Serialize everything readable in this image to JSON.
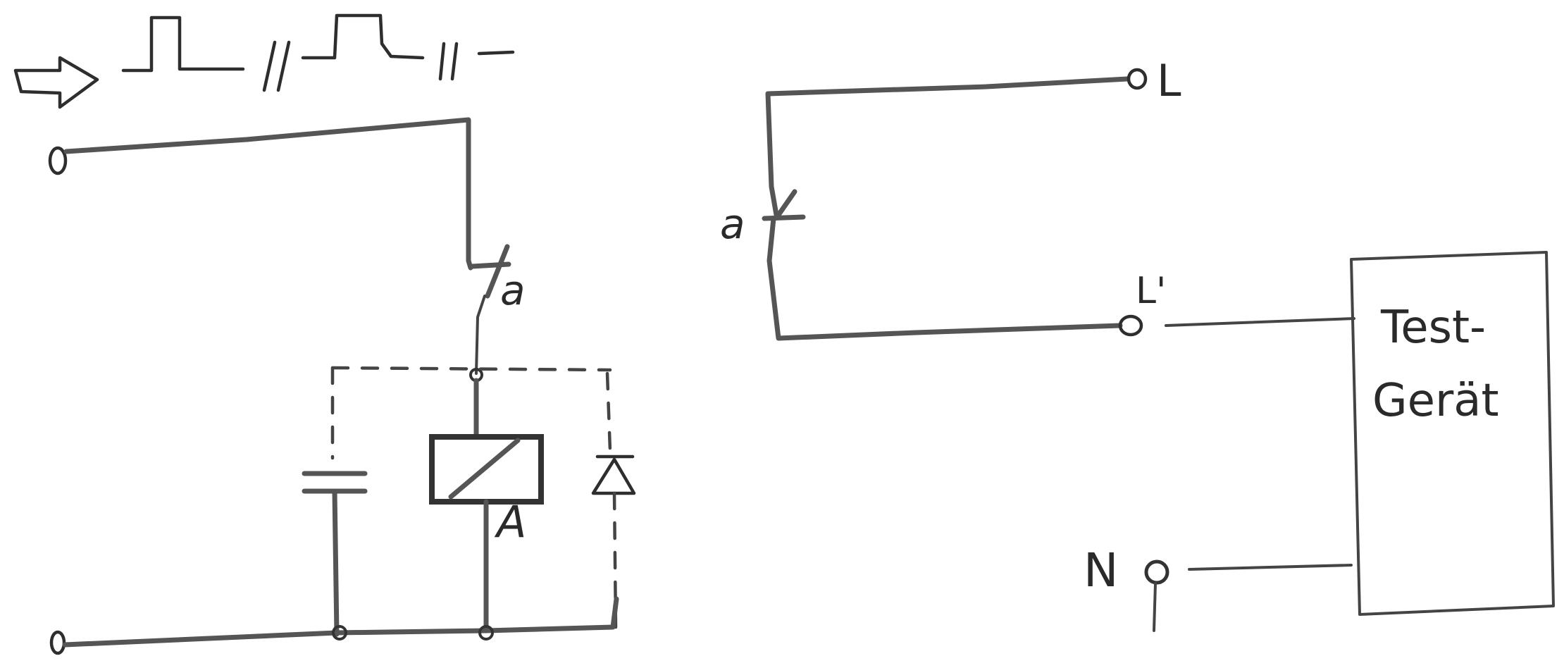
{
  "labels": {
    "contact_left": "a",
    "relay": "A",
    "contact_right": "a",
    "terminal_l": "L",
    "terminal_l_prime": "L'",
    "terminal_n": "N",
    "test_device_line1": "Test-",
    "test_device_line2": "Gerät"
  }
}
